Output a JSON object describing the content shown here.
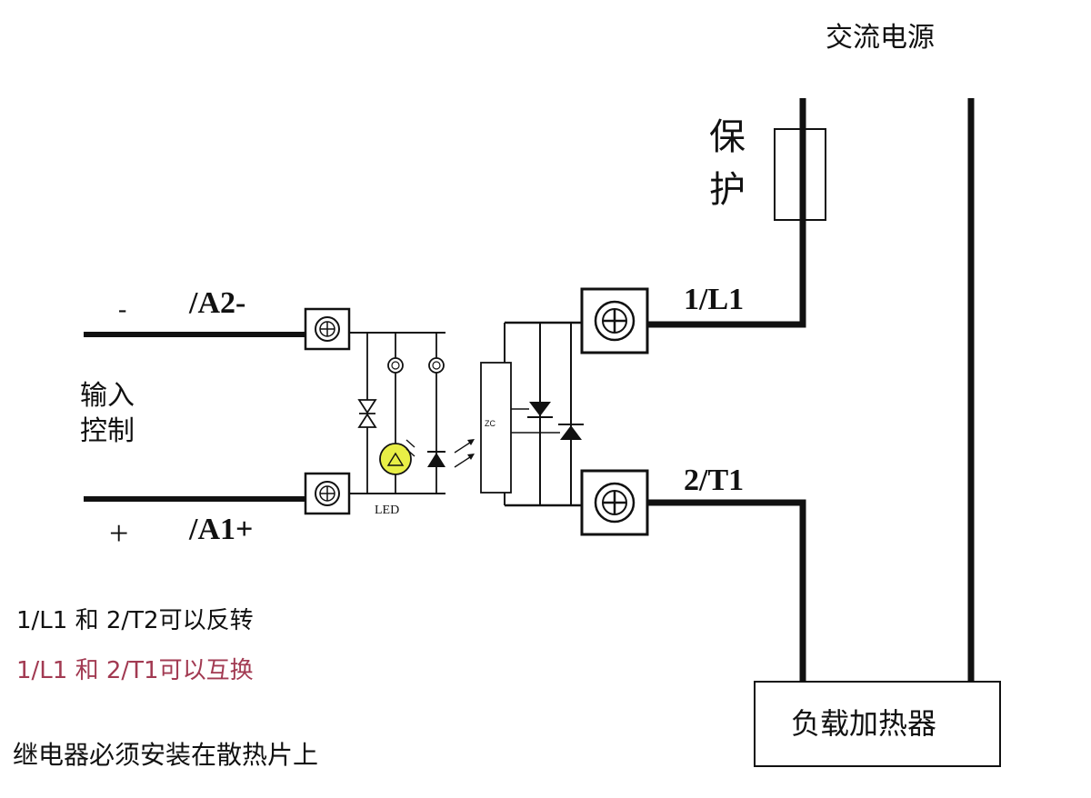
{
  "labels": {
    "ac_power": "交流电源",
    "protection_1": "保",
    "protection_2": "护",
    "minus_sign": "-",
    "a2_terminal": "/A2-",
    "input_control_1": "输入",
    "input_control_2": "控制",
    "plus_sign": "+",
    "a1_terminal": "/A1+",
    "led": "LED",
    "zc": "ZC",
    "l1_terminal": "1/L1",
    "t1_terminal": "2/T1",
    "load_heater": "负载加热器",
    "note_reverse": "1/L1 和 2/T2可以反转",
    "note_swap": "1/L1 和 2/T1可以互换",
    "note_heatsink": "继电器必须安装在散热片上"
  },
  "colors": {
    "wire": "#111111",
    "led_fill": "#e8ee46",
    "note_highlight": "#a23a52",
    "text": "#111111"
  }
}
